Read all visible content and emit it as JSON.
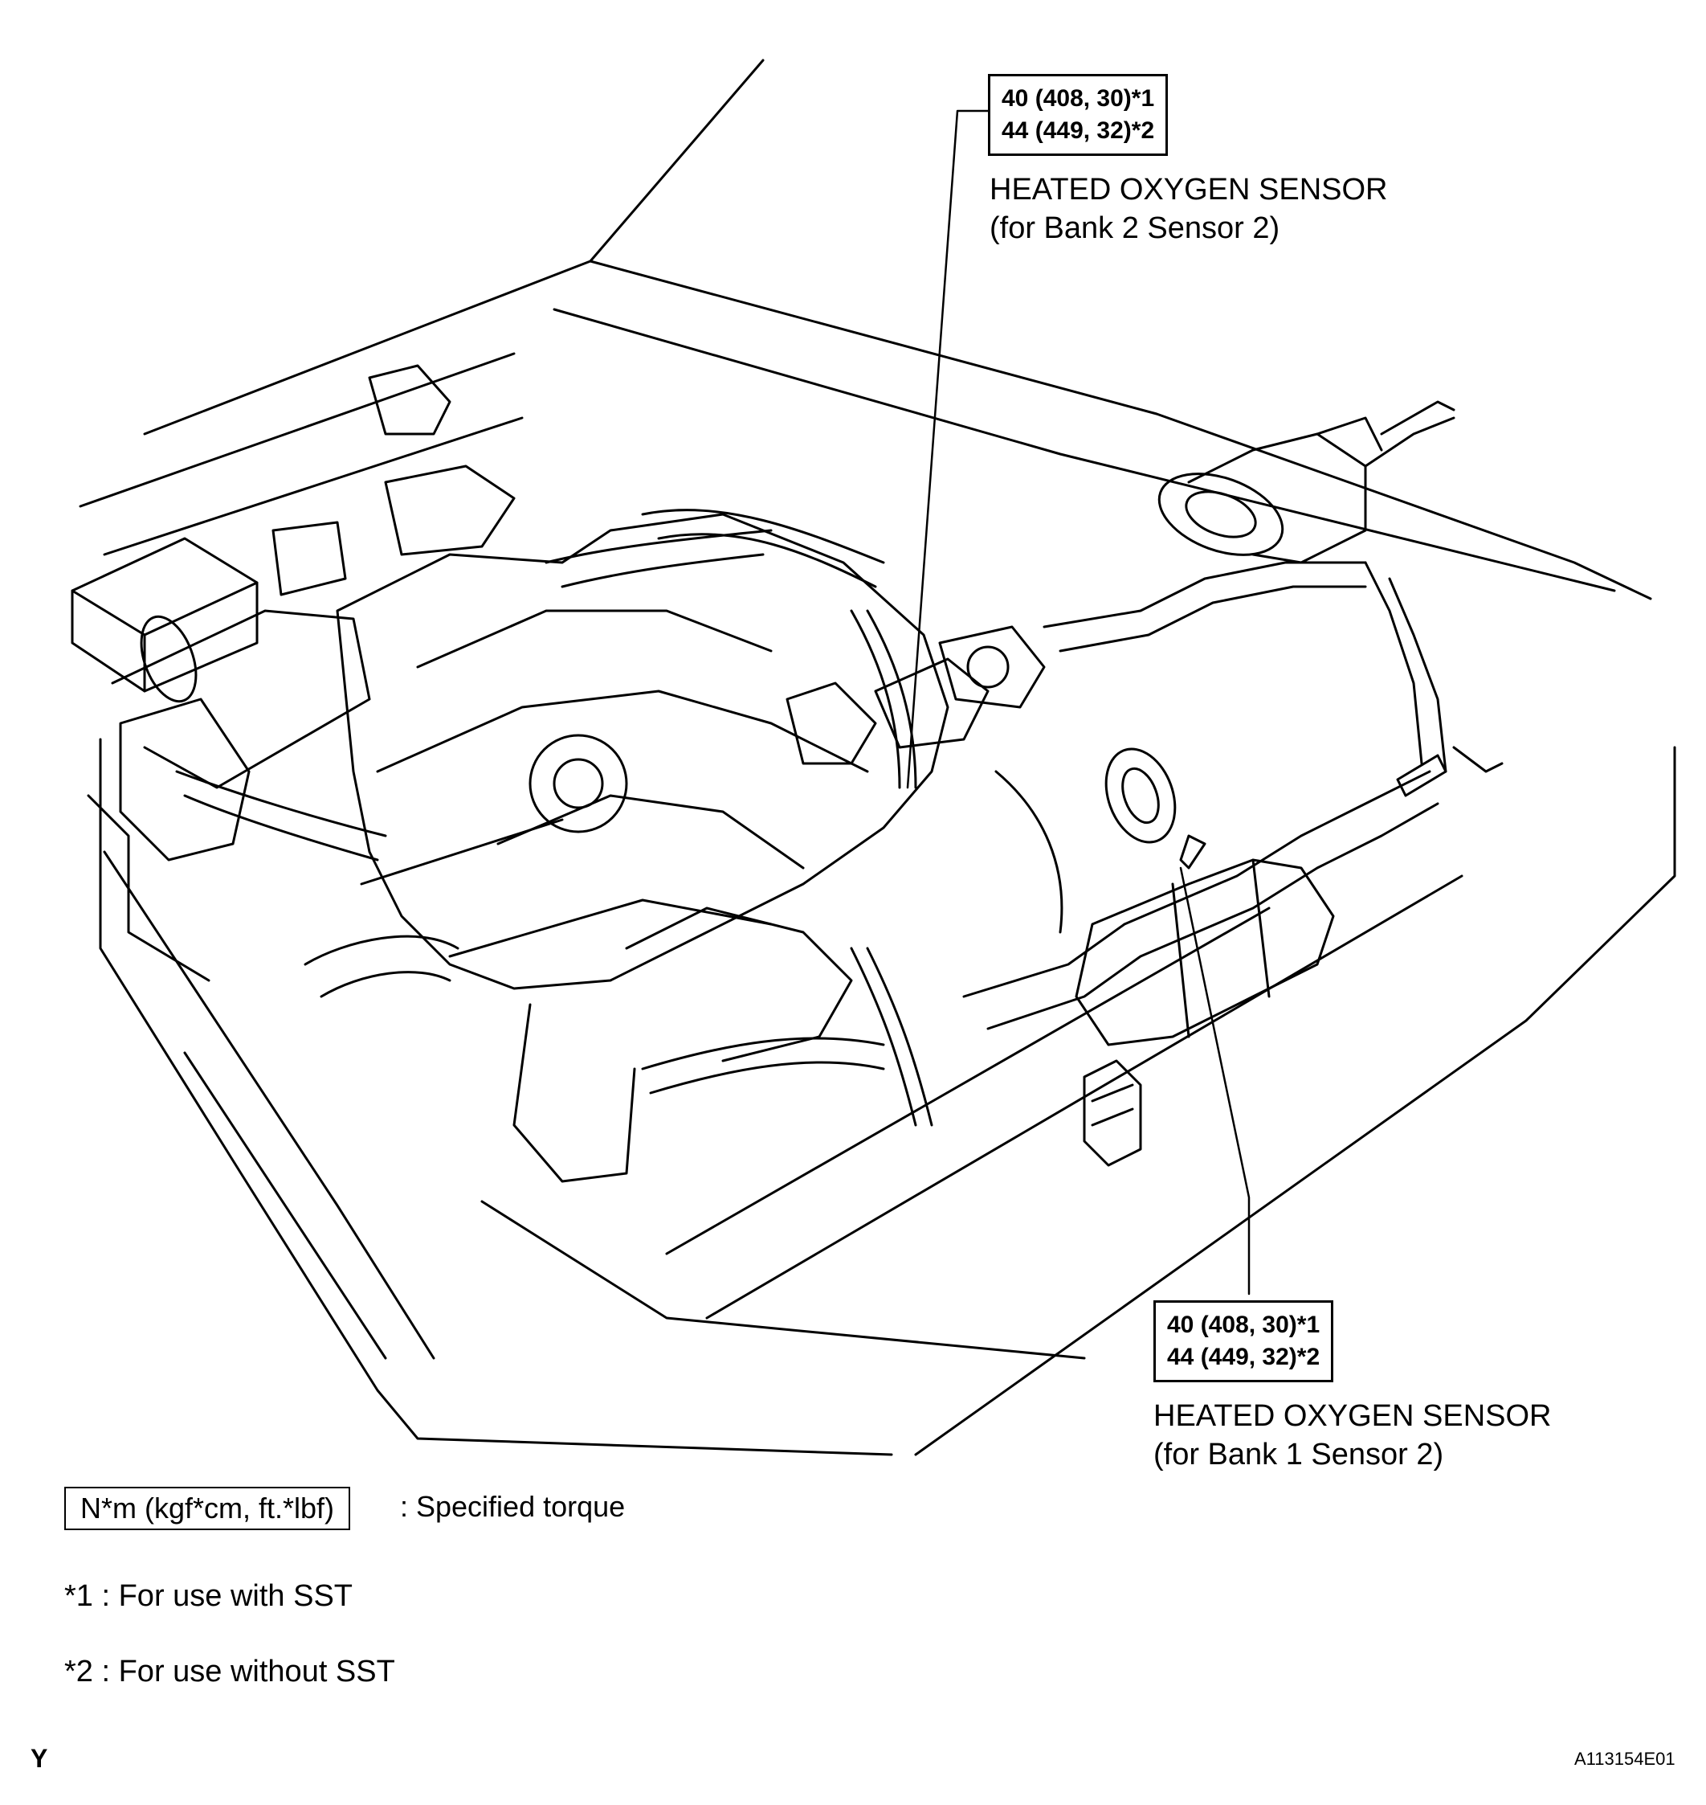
{
  "callouts": [
    {
      "torque_line1": "40 (408, 30)*1",
      "torque_line2": "44 (449, 32)*2",
      "title": "HEATED OXYGEN SENSOR",
      "subtitle": "(for Bank 2 Sensor 2)"
    },
    {
      "torque_line1": "40 (408, 30)*1",
      "torque_line2": "44 (449, 32)*2",
      "title": "HEATED OXYGEN SENSOR",
      "subtitle": "(for Bank 1 Sensor 2)"
    }
  ],
  "legend": {
    "unit_box": "N*m (kgf*cm, ft.*lbf)",
    "meaning": ": Specified torque"
  },
  "notes": [
    "*1 : For use with SST",
    "*2 : For use without SST"
  ],
  "corner_mark": "Y",
  "figure_code": "A113154E01"
}
